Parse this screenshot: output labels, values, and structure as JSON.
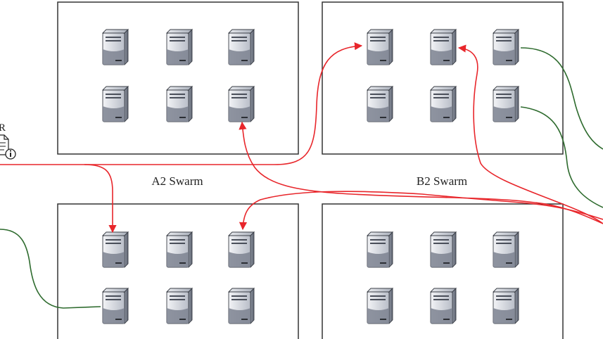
{
  "labels": {
    "a2_swarm": "A2 Swarm",
    "b2_swarm": "B2 Swarm",
    "doc_letter": "R"
  },
  "icons": {
    "server": "server-tower-icon",
    "document": "document-info-icon"
  },
  "colors": {
    "request_arrow": "#e8262b",
    "green_link": "#2e6b2e",
    "box_stroke": "#333333",
    "server_light": "#d7dae0",
    "server_dark": "#6f7582"
  }
}
